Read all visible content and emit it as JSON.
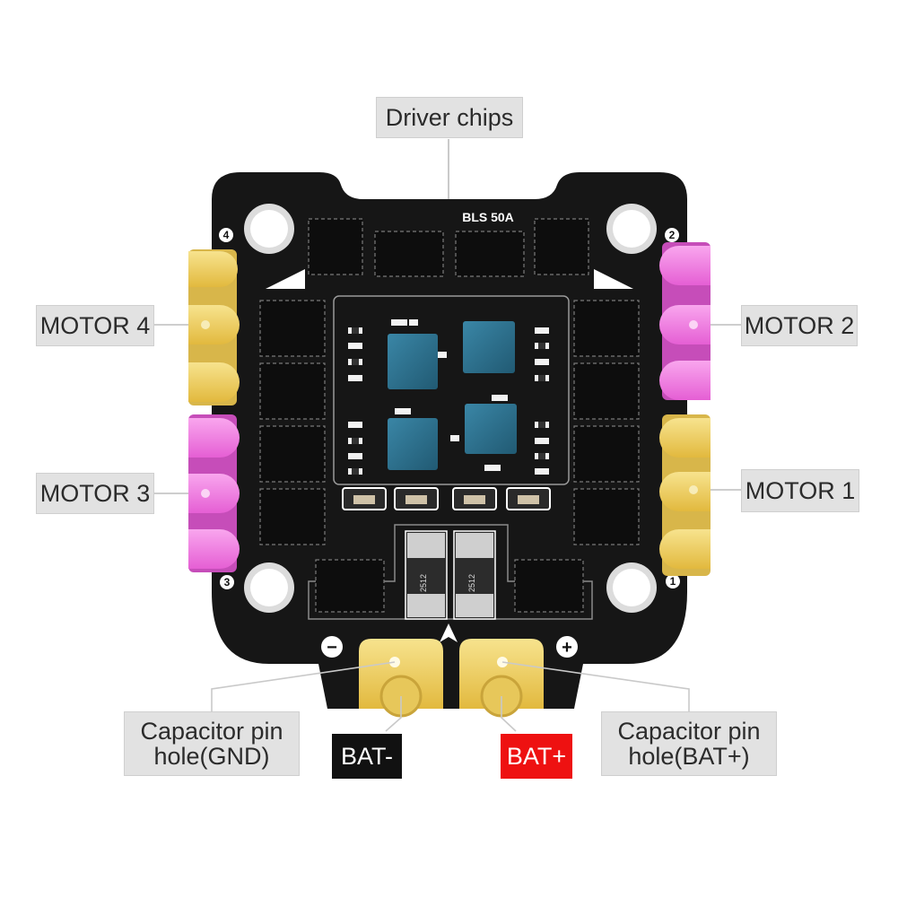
{
  "labels": {
    "driver_chips": "Driver chips",
    "motor1": "MOTOR 1",
    "motor2": "MOTOR 2",
    "motor3": "MOTOR 3",
    "motor4": "MOTOR 4",
    "cap_gnd_line1": "Capacitor pin",
    "cap_gnd_line2": "hole(GND)",
    "cap_bat_line1": "Capacitor pin",
    "cap_bat_line2": "hole(BAT+)",
    "bat_minus": "BAT-",
    "bat_plus": "BAT+"
  },
  "board": {
    "model": "BLS 50A",
    "pad_numbers": [
      "1",
      "2",
      "3",
      "4"
    ],
    "minus_sign": "−",
    "plus_sign": "+",
    "resistor_code": "2512"
  },
  "colors": {
    "board": "#161616",
    "yellow_pad": "#f1d46a",
    "pink_pad": "#f07de0",
    "driver_chip": "#2d6d88",
    "bat_minus_bg": "#111111",
    "bat_plus_bg": "#ee1111",
    "callout_bg": "#e2e2e2"
  }
}
